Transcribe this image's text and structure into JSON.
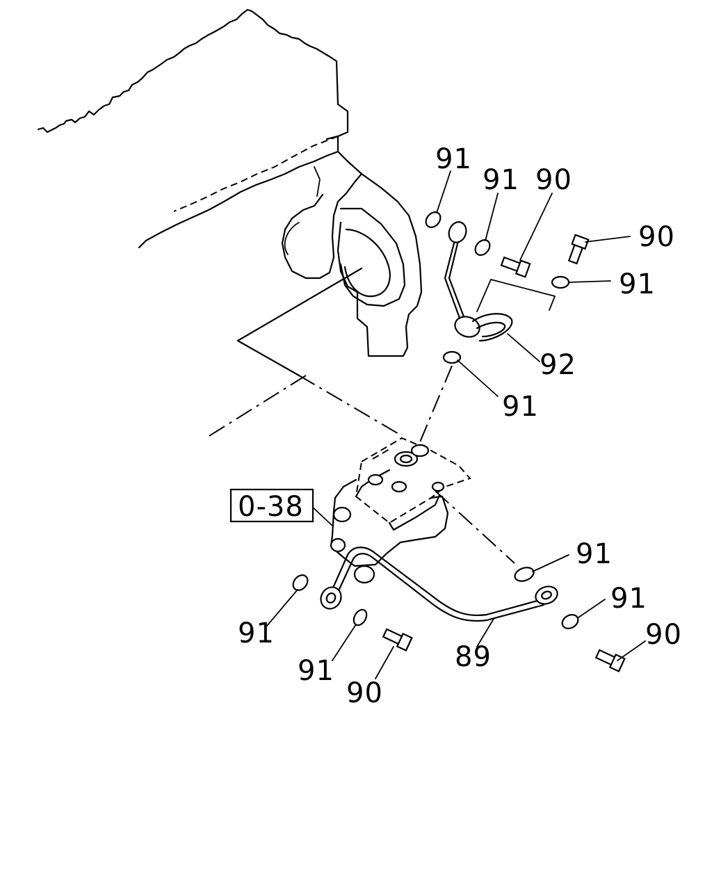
{
  "labels": {
    "l91_a": "91",
    "l91_b": "91",
    "l90_a": "90",
    "l90_b": "90",
    "l91_c": "91",
    "l92": "92",
    "l91_d": "91",
    "ref": "0-38",
    "l91_e": "91",
    "l91_f": "91",
    "l90_c": "90",
    "l91_g": "91",
    "l91_h": "91",
    "l89": "89",
    "l90_d": "90"
  }
}
